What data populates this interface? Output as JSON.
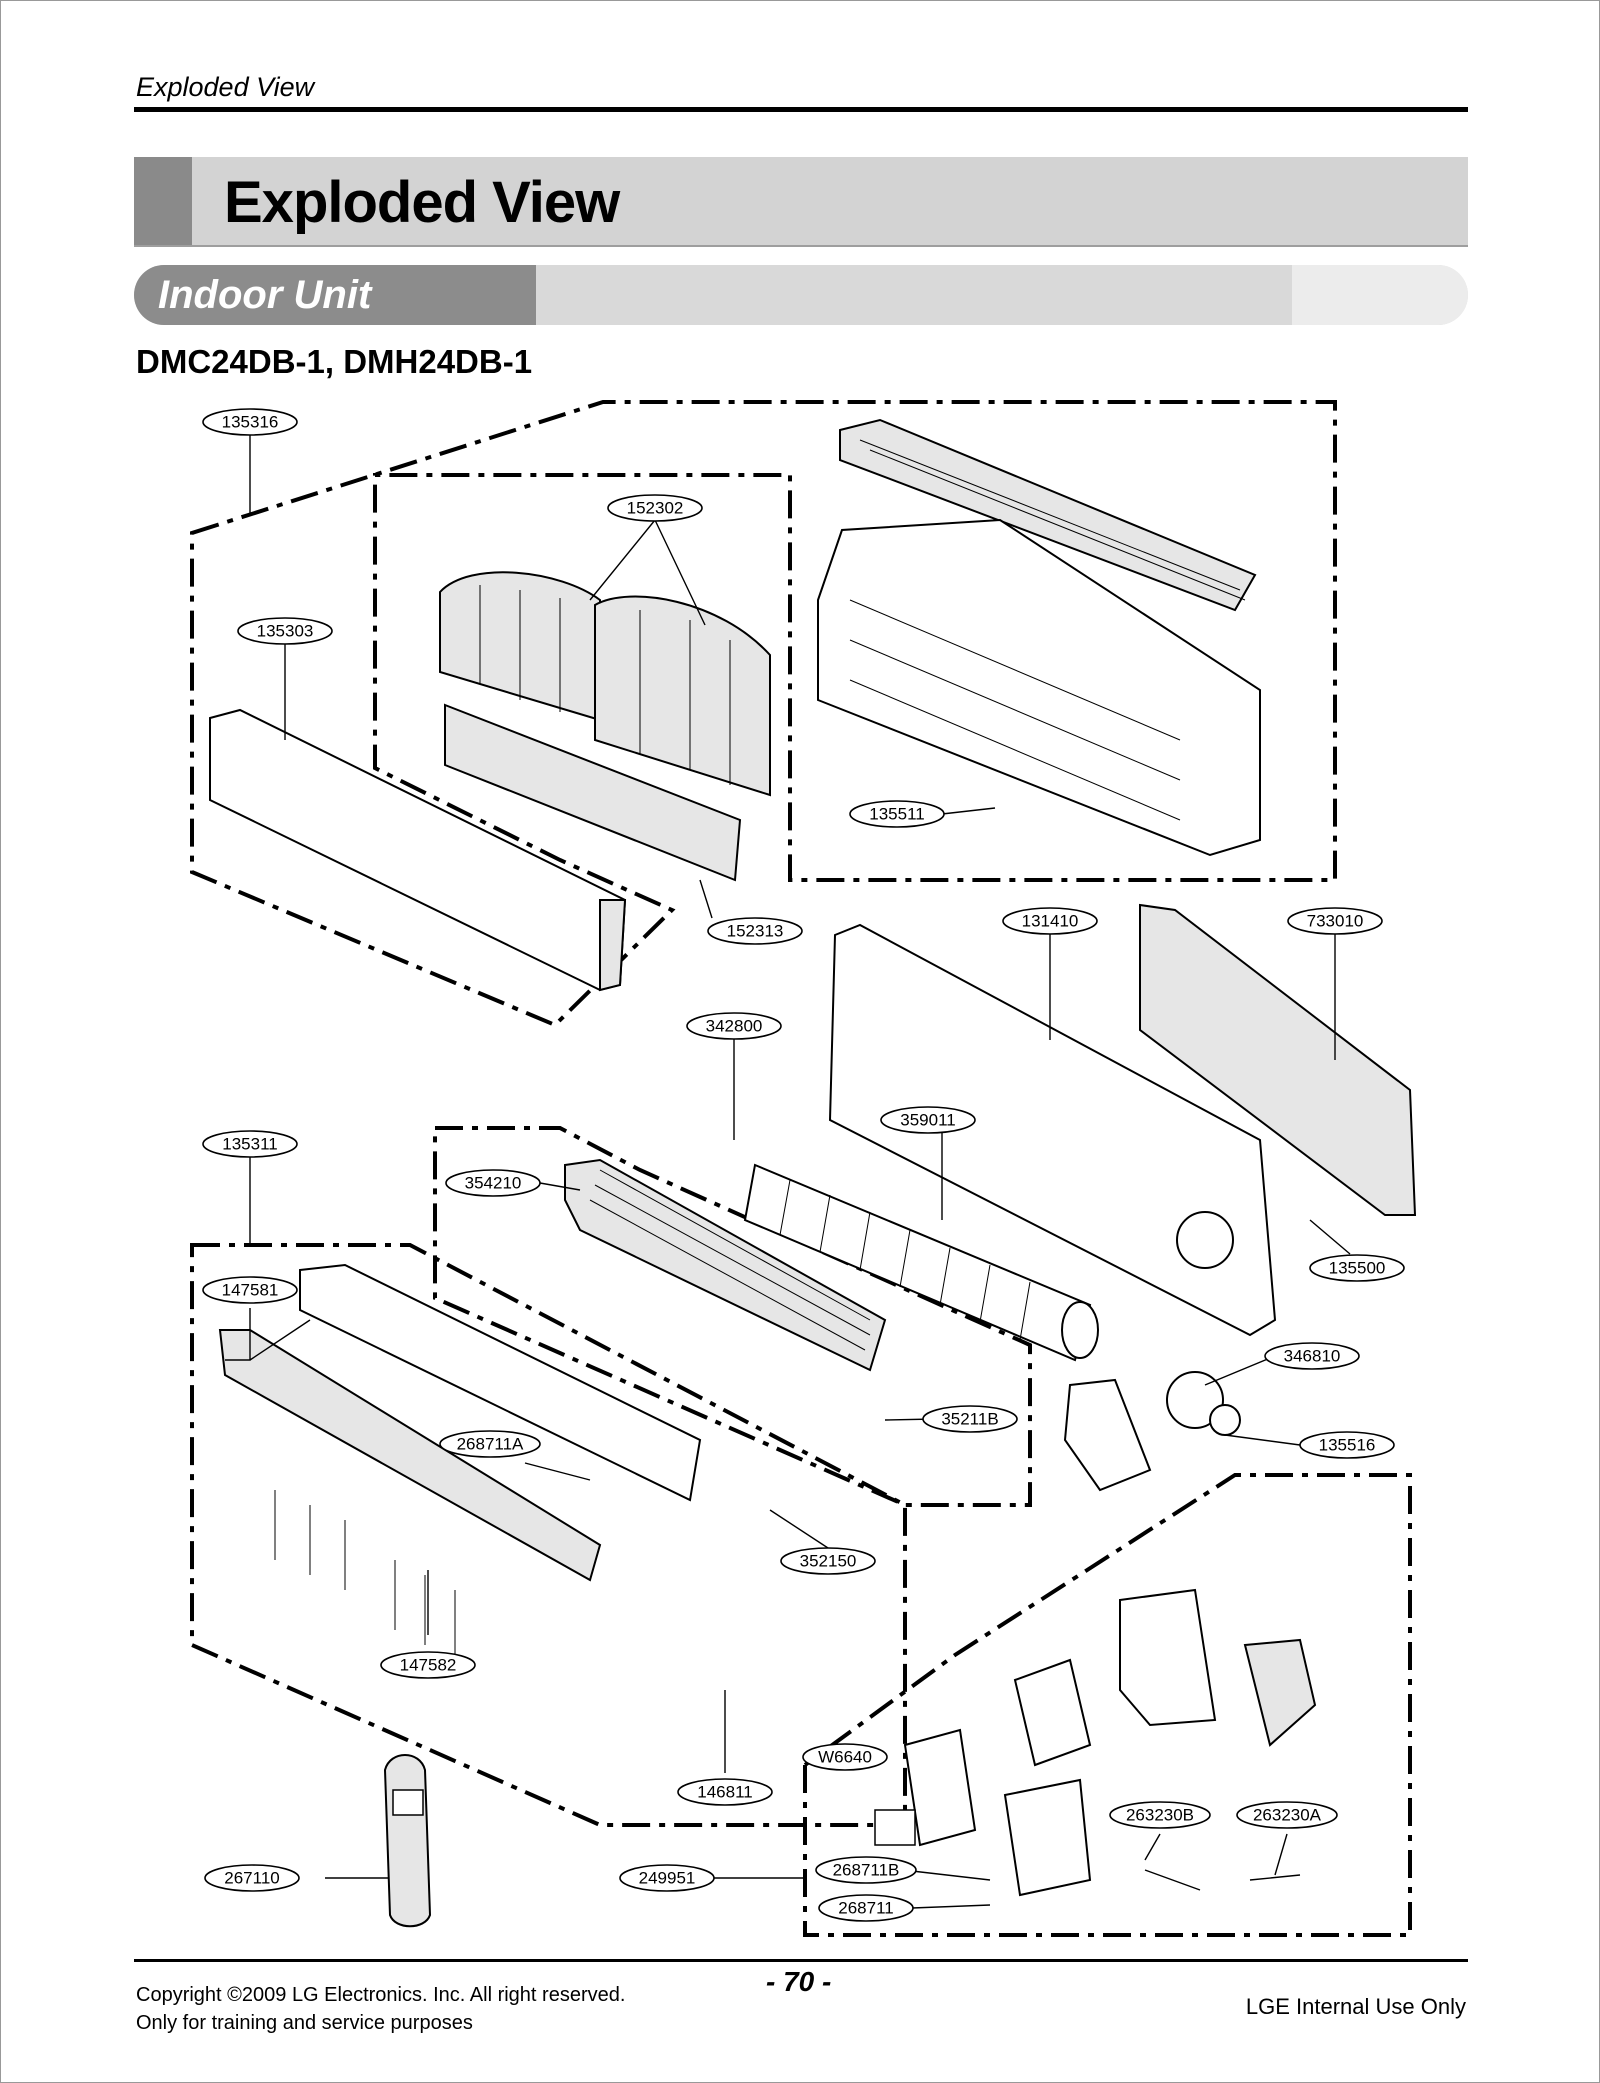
{
  "header": {
    "running_title": "Exploded View"
  },
  "title": {
    "text": "Exploded View"
  },
  "section": {
    "text": "Indoor Unit"
  },
  "models": {
    "text": "DMC24DB-1, DMH24DB-1"
  },
  "callouts": {
    "c135316": "135316",
    "c152302": "152302",
    "c135303": "135303",
    "c135511": "135511",
    "c152313": "152313",
    "c131410": "131410",
    "c733010": "733010",
    "c342800": "342800",
    "c359011": "359011",
    "c135311": "135311",
    "c354210": "354210",
    "c147581": "147581",
    "c135500": "135500",
    "c346810": "346810",
    "c35211B": "35211B",
    "c268711A": "268711A",
    "c135516": "135516",
    "c352150": "352150",
    "c147582": "147582",
    "cW6640": "W6640",
    "c146811": "146811",
    "c263230B": "263230B",
    "c263230A": "263230A",
    "c267110": "267110",
    "c249951": "249951",
    "c268711B": "268711B",
    "c268711": "268711"
  },
  "footer": {
    "copyright_line1": "Copyright ©2009 LG Electronics. Inc. All right reserved.",
    "copyright_line2": "Only for training and service purposes",
    "page_number": "- 70 -",
    "internal_use": "LGE Internal Use Only"
  }
}
